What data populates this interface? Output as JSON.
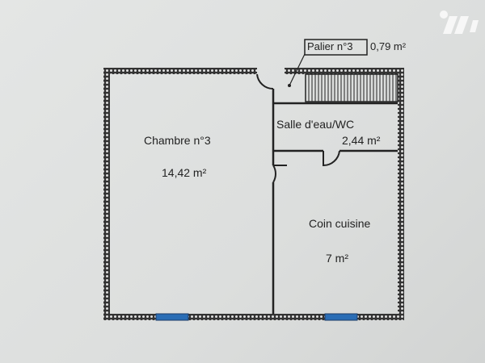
{
  "watermark": {
    "logo": "logo"
  },
  "rooms": [
    {
      "name": "Chambre n°3",
      "area": "14,42  m²"
    },
    {
      "name": "Salle d'eau/WC",
      "area": "2,44  m²"
    },
    {
      "name": "Coin cuisine",
      "area": "7  m²"
    },
    {
      "name": "Palier n°3",
      "area": "0,79  m²"
    }
  ],
  "colors": {
    "wall": "#2a2a2a",
    "window": "#2a6db5",
    "background": "#dfe1e0"
  }
}
